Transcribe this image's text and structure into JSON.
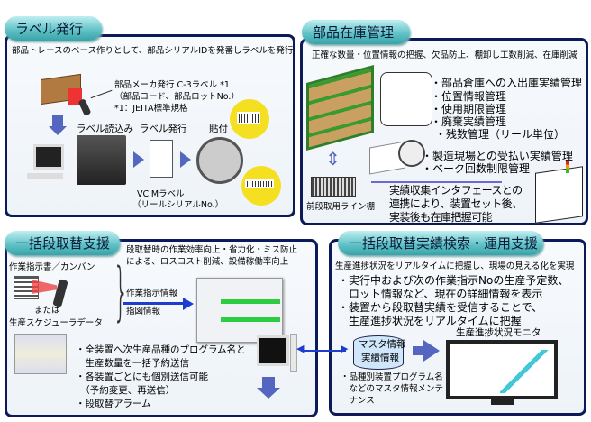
{
  "panel1": {
    "title": "ラベル発行",
    "subtitle": "部品トレースのベース作りとして、部品シリアルIDを発番しラベルを発行",
    "maker_label": [
      "部品メーカ発行 C-3ラベル *1",
      "（部品コード、部品ロットNo.）",
      "*1：JEITA標準規格"
    ],
    "steps": [
      "ラベル読込み",
      "ラベル発行",
      "貼付"
    ],
    "vcim": [
      "VCIMラベル",
      "（リールシリアルNo.）"
    ]
  },
  "panel2": {
    "title": "部品在庫管理",
    "subtitle": "正確な数量・位置情報の把握、欠品防止、棚卸し工数削減、在庫削減",
    "bullets": [
      "・部品倉庫への入出庫実績管理",
      "・位置情報管理",
      "・使用期限管理",
      "・廃棄実績管理",
      "・残数管理（リール単位）"
    ],
    "bullets2": [
      "・製造現場との受払い実績管理",
      "・ベーク回数制限管理"
    ],
    "rack_label": "前段取用ライン棚",
    "interface_text": [
      "実績収集インタフェースとの",
      "連携により、装置セット後、",
      "実装後も在庫把握可能"
    ]
  },
  "panel3": {
    "title": "一括段取替支援",
    "subtitle": [
      "段取替時の作業効率向上・省力化・ミス防止",
      "による、ロスコスト削減、設備稼働率向上"
    ],
    "source1": "作業指示書／カンバン",
    "or": "または",
    "source2": "生産スケジューラデータ",
    "flow": [
      "作業指示情報",
      "指図情報"
    ],
    "bullets": [
      "・全装置へ次生産品種のプログラム名と",
      "　生産数量を一括予約送信",
      "・各装置ごとにも個別送信可能",
      "　（予約変更、再送信）",
      "・段取替アラーム"
    ]
  },
  "panel4": {
    "title": "一括段取替実績検索・運用支援",
    "subtitle": "生産進捗状況をリアルタイムに把握し、現場の見える化を実現",
    "bullets": [
      "・実行中および次の作業指示Noの生産予定数、",
      "　ロット情報など、現在の詳細情報を表示",
      "・装置から段取替実績を受信することで、",
      "　生産進捗状況をリアルタイムに把握"
    ],
    "db": [
      "マスタ情報",
      "実績情報"
    ],
    "monitor_label": "生産進捗状況モニタ",
    "maint": [
      "・品種別装置プログラム名",
      "　などのマスタ情報メンテ",
      "　ナンス"
    ]
  }
}
